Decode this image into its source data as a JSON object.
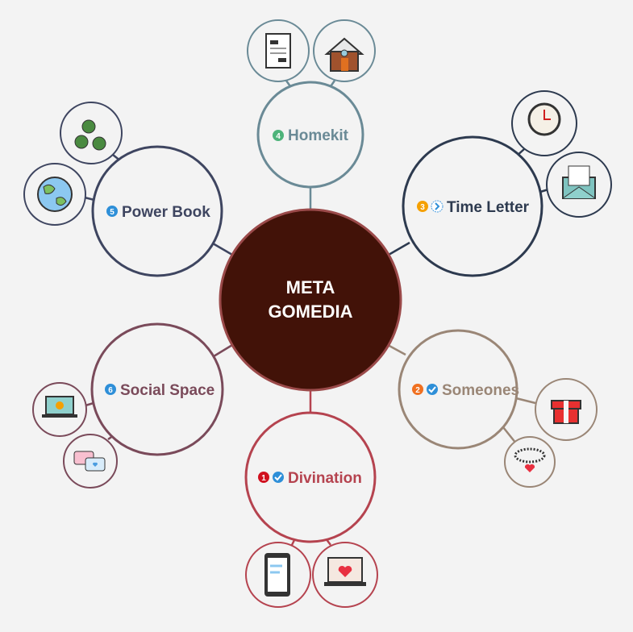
{
  "center": {
    "line1": "META",
    "line2": "GOMEDIA",
    "fill": "#421208",
    "stroke": "#9b4a4a"
  },
  "topics": [
    {
      "id": "homekit",
      "label": "Homekit",
      "priority": "4",
      "priority_color": "#4db37a",
      "color": "#6a8a96",
      "icons": [
        "document-icon",
        "house-icon"
      ]
    },
    {
      "id": "time-letter",
      "label": "Time Letter",
      "priority": "3",
      "priority_color": "#f5a000",
      "marker": "arrow-right-icon",
      "color": "#2d3a4f",
      "icons": [
        "clock-icon",
        "envelope-icon"
      ]
    },
    {
      "id": "someones",
      "label": "Someones",
      "priority": "2",
      "priority_color": "#f07020",
      "marker": "check-icon",
      "color": "#9a8676",
      "icons": [
        "gift-icon",
        "necklace-icon"
      ]
    },
    {
      "id": "divination",
      "label": "Divination",
      "priority": "1",
      "priority_color": "#d0101e",
      "marker": "check-icon",
      "color": "#b5434f",
      "icons": [
        "smartphone-icon",
        "laptop-heart-icon"
      ]
    },
    {
      "id": "social-space",
      "label": "Social Space",
      "priority": "6",
      "priority_color": "#2e8fd8",
      "color": "#7a4a5a",
      "icons": [
        "video-laptop-icon",
        "chat-bubbles-icon"
      ]
    },
    {
      "id": "power-book",
      "label": "Power Book",
      "priority": "5",
      "priority_color": "#2e8fd8",
      "color": "#3e4560",
      "icons": [
        "leaves-icon",
        "globe-icon"
      ]
    }
  ]
}
